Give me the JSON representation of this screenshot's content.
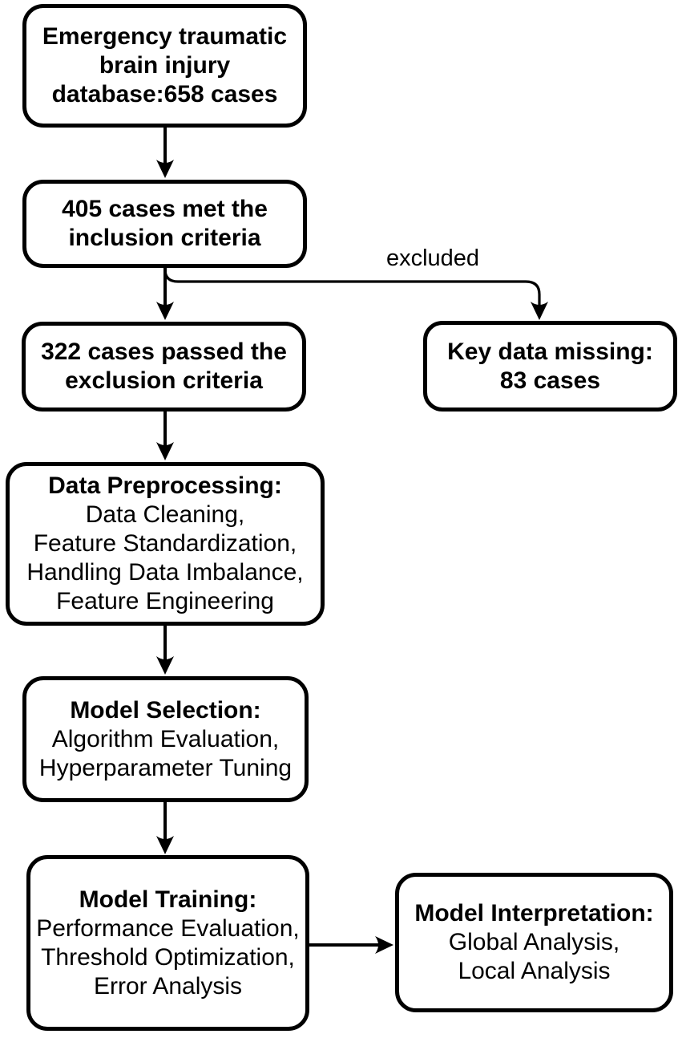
{
  "diagram": {
    "type": "flowchart",
    "topic": "Study cohort selection and machine-learning workflow"
  },
  "colors": {
    "line": "#000000",
    "text": "#000000",
    "background": "#ffffff"
  },
  "labels": {
    "excluded": "excluded"
  },
  "nodes": {
    "database": {
      "lines": [
        "Emergency traumatic",
        "brain injury",
        "database:658 cases"
      ]
    },
    "inclusion": {
      "lines": [
        "405 cases met the",
        "inclusion criteria"
      ]
    },
    "exclusion": {
      "lines": [
        "322 cases passed the",
        "exclusion criteria"
      ]
    },
    "key_data_missing": {
      "lines": [
        "Key data missing:",
        "83 cases"
      ]
    },
    "preprocessing": {
      "title": "Data Preprocessing:",
      "items": [
        "Data Cleaning,",
        "Feature Standardization,",
        "Handling Data Imbalance,",
        "Feature Engineering"
      ]
    },
    "model_selection": {
      "title": "Model Selection:",
      "items": [
        "Algorithm Evaluation,",
        "Hyperparameter Tuning"
      ]
    },
    "model_training": {
      "title": "Model Training:",
      "items": [
        "Performance Evaluation,",
        "Threshold Optimization,",
        "Error Analysis"
      ]
    },
    "model_interpretation": {
      "title": "Model Interpretation:",
      "items": [
        "Global Analysis,",
        "Local Analysis"
      ]
    }
  }
}
